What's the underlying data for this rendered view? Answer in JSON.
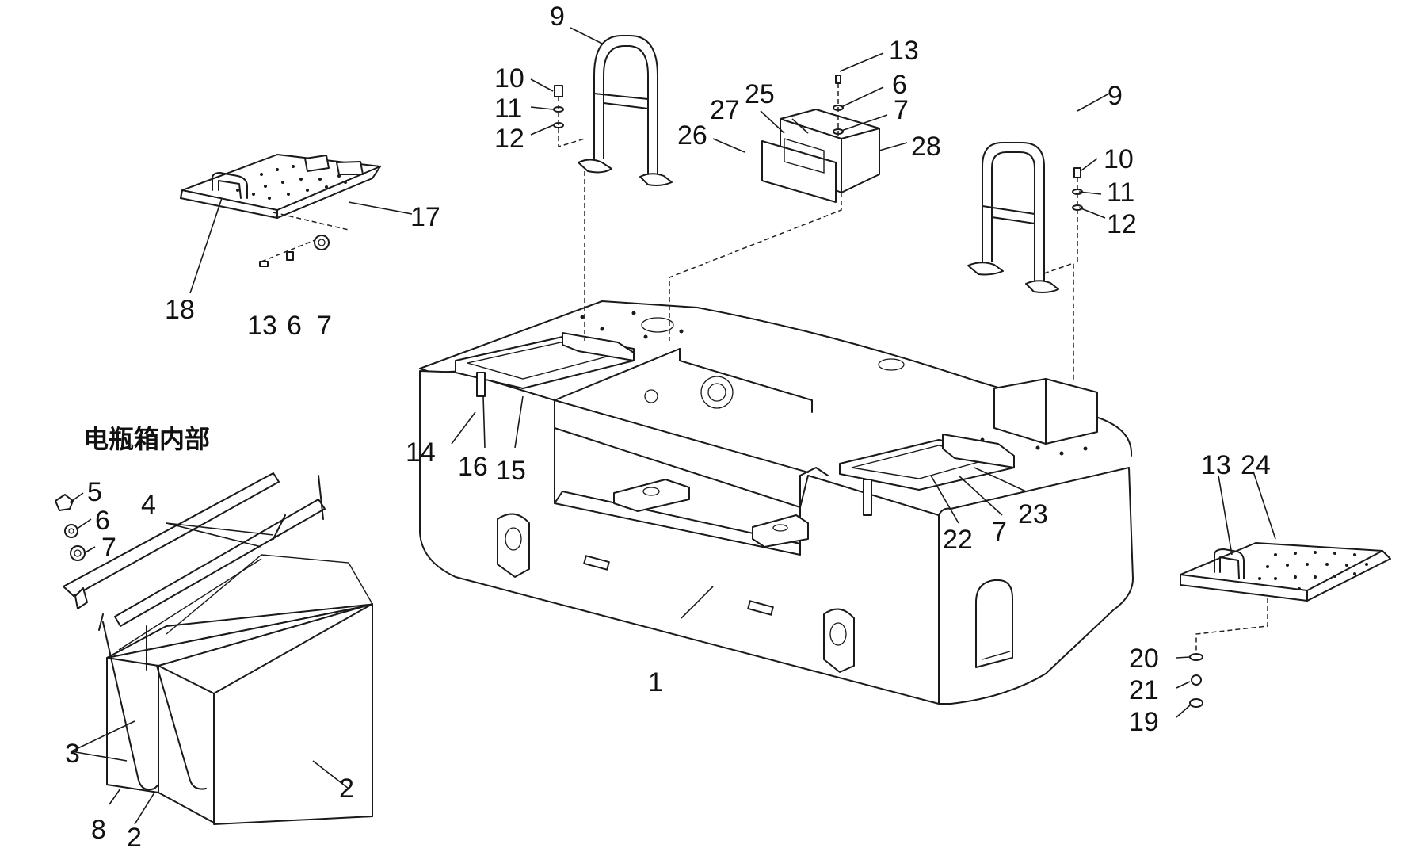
{
  "section_label": "电瓶箱内部",
  "callouts": {
    "c1": "1",
    "c2a": "2",
    "c2b": "2",
    "c3": "3",
    "c4": "4",
    "c5": "5",
    "c6a": "6",
    "c6b": "6",
    "c6c": "6",
    "c7a": "7",
    "c7b": "7",
    "c7c": "7",
    "c7d": "7",
    "c8": "8",
    "c9a": "9",
    "c9b": "9",
    "c10a": "10",
    "c10b": "10",
    "c11a": "11",
    "c11b": "11",
    "c12a": "12",
    "c12b": "12",
    "c13a": "13",
    "c13b": "13",
    "c13c": "13",
    "c14": "14",
    "c15": "15",
    "c16": "16",
    "c17": "17",
    "c18": "18",
    "c19": "19",
    "c20": "20",
    "c21": "21",
    "c22": "22",
    "c23": "23",
    "c24": "24",
    "c25": "25",
    "c26": "26",
    "c27": "27",
    "c28": "28"
  }
}
